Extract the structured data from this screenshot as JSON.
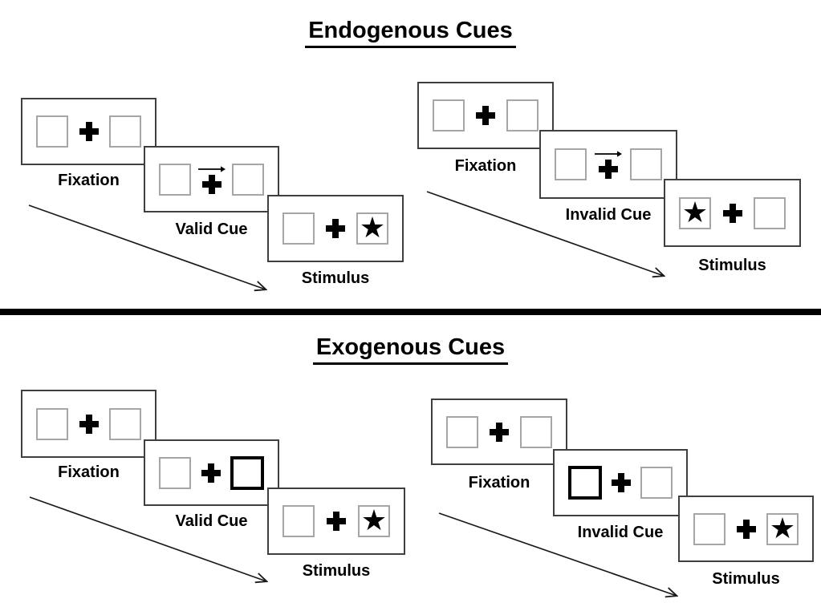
{
  "glyphs": {
    "star": "★"
  },
  "colors": {
    "background": "#ffffff",
    "panel_border": "#3f3f3f",
    "box_border": "#a6a6a6",
    "bold_box_border": "#000000",
    "text": "#000000"
  },
  "sections": [
    {
      "title": "Endogenous Cues",
      "sequences": [
        {
          "type": "valid-trial",
          "cue": "central-arrow-pointing-right",
          "stimulus_side": "right",
          "panels": [
            {
              "label": "Fixation"
            },
            {
              "label": "Valid Cue"
            },
            {
              "label": "Stimulus"
            }
          ]
        },
        {
          "type": "invalid-trial",
          "cue": "central-arrow-pointing-right",
          "stimulus_side": "left",
          "panels": [
            {
              "label": "Fixation"
            },
            {
              "label": "Invalid Cue"
            },
            {
              "label": "Stimulus"
            }
          ]
        }
      ]
    },
    {
      "title": "Exogenous Cues",
      "sequences": [
        {
          "type": "valid-trial",
          "cue": "peripheral-bold-box-right",
          "stimulus_side": "right",
          "panels": [
            {
              "label": "Fixation"
            },
            {
              "label": "Valid Cue"
            },
            {
              "label": "Stimulus"
            }
          ]
        },
        {
          "type": "invalid-trial",
          "cue": "peripheral-bold-box-left",
          "stimulus_side": "right",
          "panels": [
            {
              "label": "Fixation"
            },
            {
              "label": "Invalid Cue"
            },
            {
              "label": "Stimulus"
            }
          ]
        }
      ]
    }
  ]
}
